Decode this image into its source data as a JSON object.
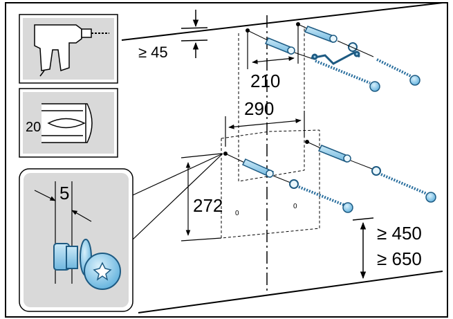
{
  "labels": {
    "top_clearance": "≥ 45",
    "upper_hole_spacing": "210",
    "mid_hole_spacing": "290",
    "drill_diameter": "20",
    "vertical_distance": "272",
    "vertical_tolerance_left": "0",
    "vertical_tolerance_right": "0",
    "screw_projection": "5",
    "min_height_a": "≥ 450",
    "min_height_b": "≥ 650"
  },
  "icons": {
    "drill": "drill-icon",
    "drill_bit": "drill-bit-icon",
    "screw_detail": "screw-detail-icon",
    "wall_plug": "wall-plug-icon",
    "screw": "screw-icon",
    "washer": "washer-icon",
    "bracket": "bracket-icon"
  },
  "colors": {
    "panel_gray": "#d9d9d9",
    "part_blue": "#9fd3ee",
    "part_blue_dark": "#2a6f9e",
    "line": "#000000"
  }
}
